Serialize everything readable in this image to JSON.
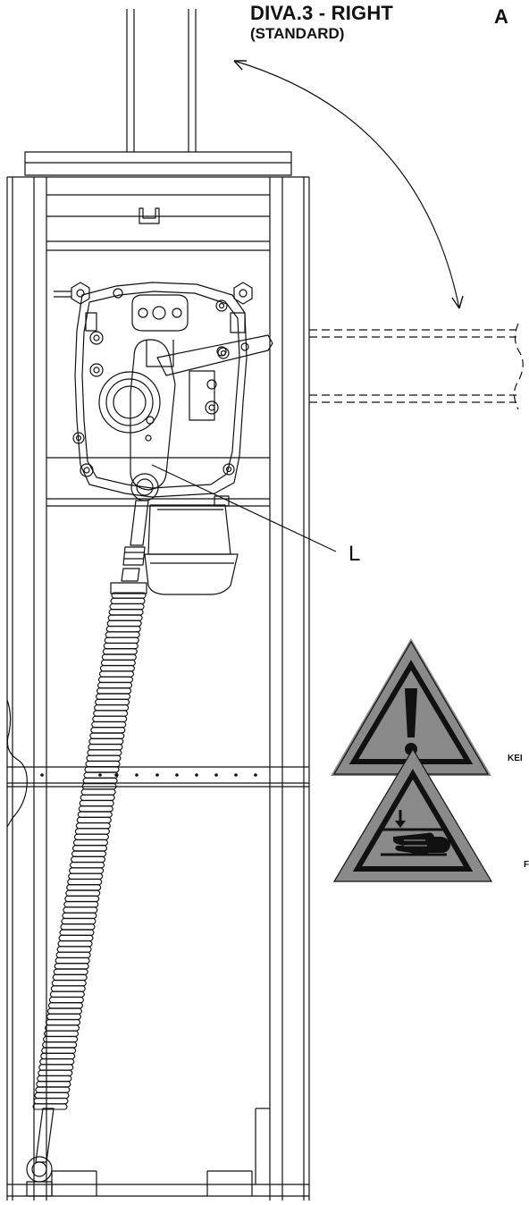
{
  "diagram": {
    "title": "DIVA.3 - RIGHT",
    "subtitle": "(STANDARD)",
    "view_letter": "A",
    "part_label": "L",
    "warning_label_1": "KEI",
    "warning_label_2": "F"
  },
  "icons": {
    "warning_sign": "exclamation-warning-icon",
    "crush_hazard": "hand-crush-warning-icon"
  },
  "colors": {
    "line": "#111111",
    "sign_fill": "#8a8a8a",
    "sign_border": "#ffffff",
    "background": "#ffffff"
  }
}
